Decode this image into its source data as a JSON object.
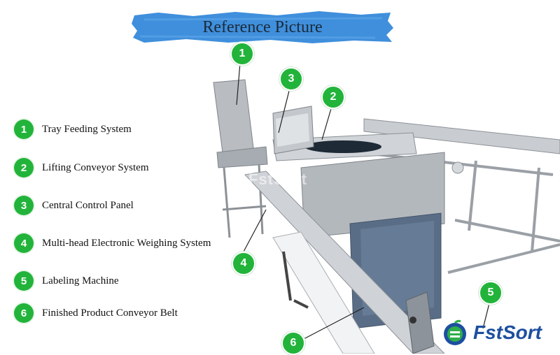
{
  "banner": {
    "title": "Reference Picture"
  },
  "legend": {
    "items": [
      {
        "number": "1",
        "label": "Tray Feeding System"
      },
      {
        "number": "2",
        "label": "Lifting Conveyor System"
      },
      {
        "number": "3",
        "label": "Central Control Panel"
      },
      {
        "number": "4",
        "label": "Multi-head Electronic Weighing System"
      },
      {
        "number": "5",
        "label": "Labeling Machine"
      },
      {
        "number": "6",
        "label": "Finished Product Conveyor Belt"
      }
    ]
  },
  "callouts": [
    "1",
    "2",
    "3",
    "4",
    "5",
    "6"
  ],
  "watermark": "FstSort",
  "brand": {
    "name": "FstSort"
  },
  "colors": {
    "badge_green": "#22b43a",
    "banner_blue": "#3f8fdc",
    "brand_blue": "#1d4fa0"
  }
}
